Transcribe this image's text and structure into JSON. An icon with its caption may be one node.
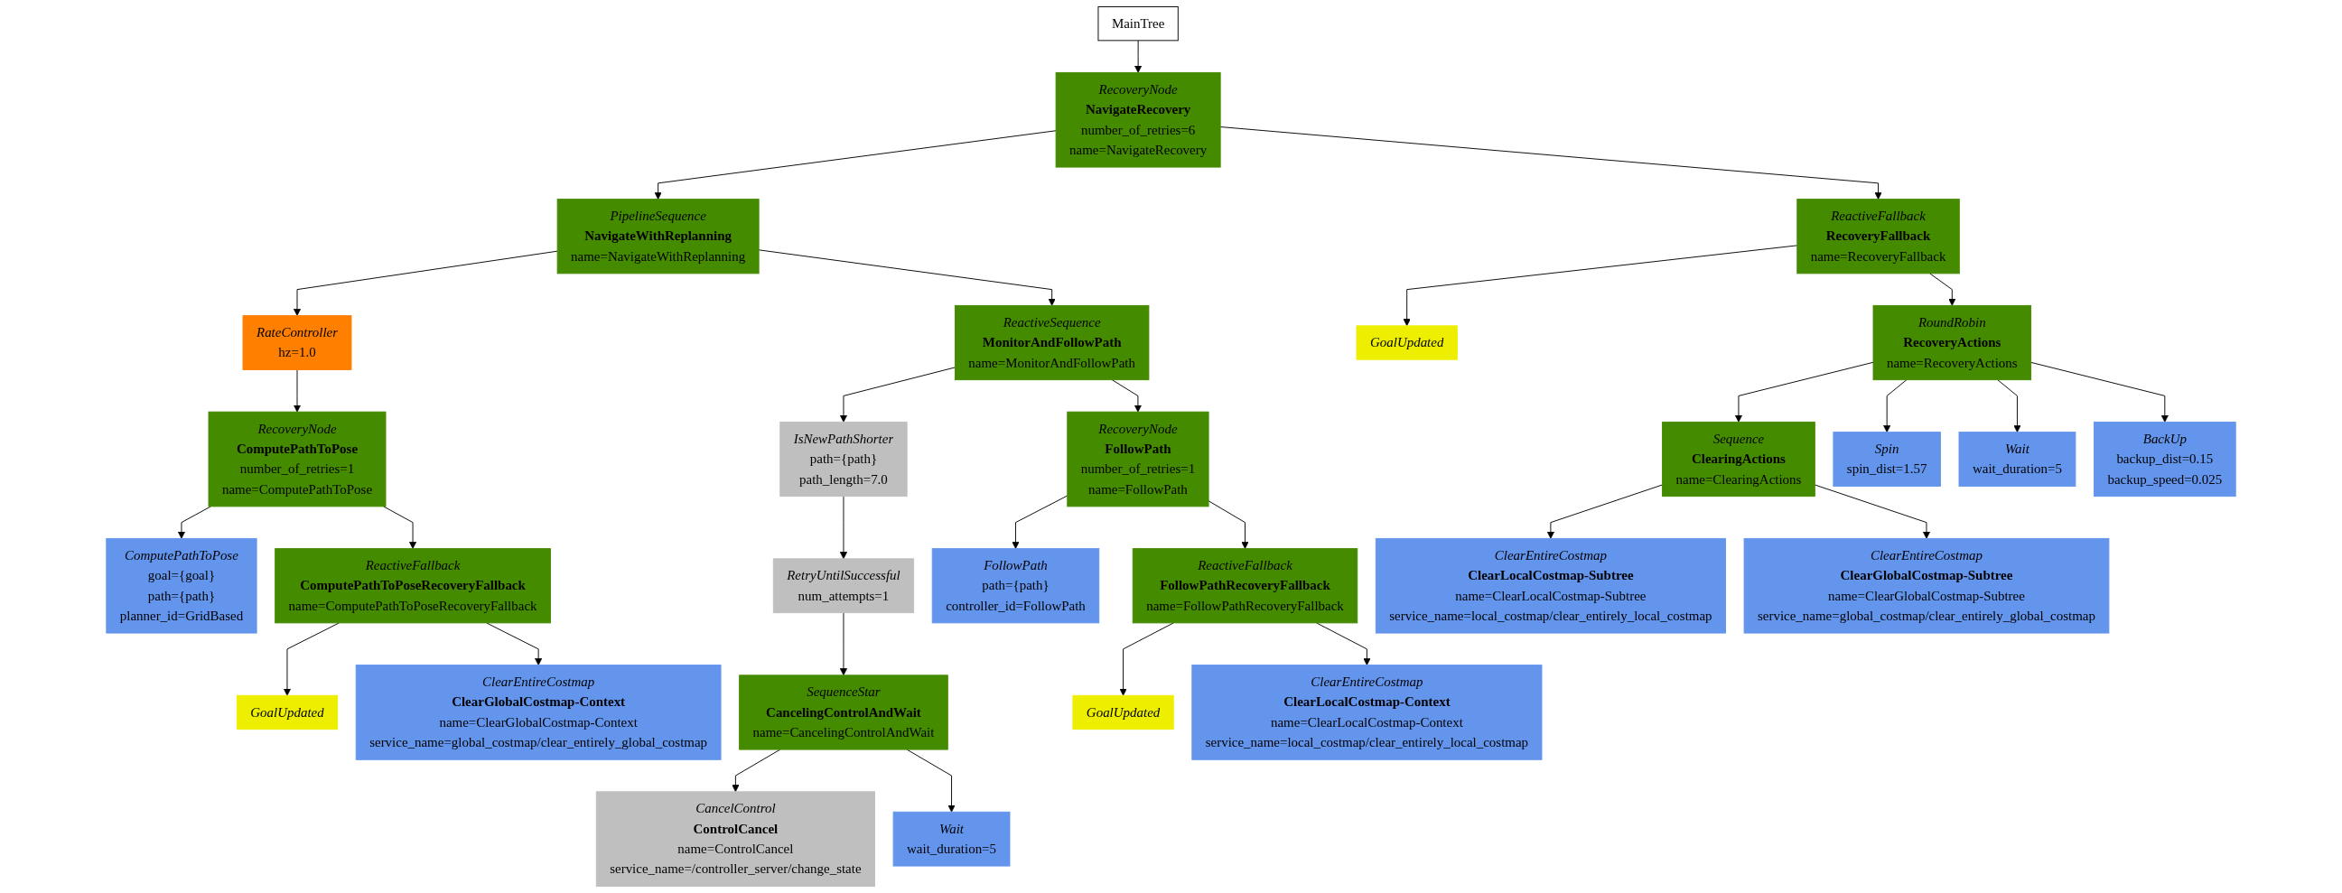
{
  "diagram": {
    "nodes": [
      {
        "text": [
          "MainTree"
        ]
      },
      {
        "text": [
          "RecoveryNode",
          "NavigateRecovery",
          "number_of_retries=6",
          "name=NavigateRecovery"
        ]
      },
      {
        "text": [
          "PipelineSequence",
          "NavigateWithReplanning",
          "name=NavigateWithReplanning"
        ]
      },
      {
        "text": [
          "RateController",
          "hz=1.0"
        ]
      },
      {
        "text": [
          "RecoveryNode",
          "ComputePathToPose",
          "number_of_retries=1",
          "name=ComputePathToPose"
        ]
      },
      {
        "text": [
          "ComputePathToPose",
          "goal={goal}",
          "path={path}",
          "planner_id=GridBased"
        ]
      },
      {
        "text": [
          "ReactiveFallback",
          "ComputePathToPoseRecoveryFallback",
          "name=ComputePathToPoseRecoveryFallback"
        ]
      },
      {
        "text": [
          "GoalUpdated"
        ]
      },
      {
        "text": [
          "ClearEntireCostmap",
          "ClearGlobalCostmap-Context",
          "name=ClearGlobalCostmap-Context",
          "service_name=global_costmap/clear_entirely_global_costmap"
        ]
      },
      {
        "text": [
          "ReactiveSequence",
          "MonitorAndFollowPath",
          "name=MonitorAndFollowPath"
        ]
      },
      {
        "text": [
          "IsNewPathShorter",
          "path={path}",
          "path_length=7.0"
        ]
      },
      {
        "text": [
          "RetryUntilSuccessful",
          "num_attempts=1"
        ]
      },
      {
        "text": [
          "SequenceStar",
          "CancelingControlAndWait",
          "name=CancelingControlAndWait"
        ]
      },
      {
        "text": [
          "CancelControl",
          "ControlCancel",
          "name=ControlCancel",
          "service_name=/controller_server/change_state"
        ]
      },
      {
        "text": [
          "Wait",
          "wait_duration=5"
        ]
      },
      {
        "text": [
          "RecoveryNode",
          "FollowPath",
          "number_of_retries=1",
          "name=FollowPath"
        ]
      },
      {
        "text": [
          "FollowPath",
          "path={path}",
          "controller_id=FollowPath"
        ]
      },
      {
        "text": [
          "ReactiveFallback",
          "FollowPathRecoveryFallback",
          "name=FollowPathRecoveryFallback"
        ]
      },
      {
        "text": [
          "GoalUpdated"
        ]
      },
      {
        "text": [
          "ClearEntireCostmap",
          "ClearLocalCostmap-Context",
          "name=ClearLocalCostmap-Context",
          "service_name=local_costmap/clear_entirely_local_costmap"
        ]
      },
      {
        "text": [
          "ReactiveFallback",
          "RecoveryFallback",
          "name=RecoveryFallback"
        ]
      },
      {
        "text": [
          "GoalUpdated"
        ]
      },
      {
        "text": [
          "RoundRobin",
          "RecoveryActions",
          "name=RecoveryActions"
        ]
      },
      {
        "text": [
          "Sequence",
          "ClearingActions",
          "name=ClearingActions"
        ]
      },
      {
        "text": [
          "ClearEntireCostmap",
          "ClearLocalCostmap-Subtree",
          "name=ClearLocalCostmap-Subtree",
          "service_name=local_costmap/clear_entirely_local_costmap"
        ]
      },
      {
        "text": [
          "ClearEntireCostmap",
          "ClearGlobalCostmap-Subtree",
          "name=ClearGlobalCostmap-Subtree",
          "service_name=global_costmap/clear_entirely_global_costmap"
        ]
      },
      {
        "text": [
          "Spin",
          "spin_dist=1.57"
        ]
      },
      {
        "text": [
          "Wait",
          "wait_duration=5"
        ]
      },
      {
        "text": [
          "BackUp",
          "backup_dist=0.15",
          "backup_speed=0.025"
        ]
      }
    ],
    "edges": [
      {
        "from": 0,
        "to": 1,
        "arrow": "to"
      },
      {
        "from": 1,
        "to": 2,
        "arrow": "to"
      },
      {
        "from": 2,
        "to": 3,
        "arrow": "to"
      },
      {
        "from": 3,
        "to": 4,
        "arrow": "to"
      },
      {
        "from": 4,
        "to": 5,
        "arrow": "to"
      },
      {
        "from": 4,
        "to": 6,
        "arrow": "to"
      },
      {
        "from": 6,
        "to": 7,
        "arrow": "to"
      },
      {
        "from": 6,
        "to": 8,
        "arrow": "to"
      },
      {
        "from": 2,
        "to": 9,
        "arrow": "to"
      },
      {
        "from": 9,
        "to": 10,
        "arrow": "to"
      },
      {
        "from": 10,
        "to": 11,
        "arrow": "to"
      },
      {
        "from": 11,
        "to": 12,
        "arrow": "to"
      },
      {
        "from": 12,
        "to": 13,
        "arrow": "to"
      },
      {
        "from": 12,
        "to": 14,
        "arrow": "to"
      },
      {
        "from": 9,
        "to": 15,
        "arrow": "to"
      },
      {
        "from": 15,
        "to": 16,
        "arrow": "to"
      },
      {
        "from": 15,
        "to": 17,
        "arrow": "to"
      },
      {
        "from": 17,
        "to": 18,
        "arrow": "to"
      },
      {
        "from": 17,
        "to": 19,
        "arrow": "to"
      },
      {
        "from": 1,
        "to": 20,
        "arrow": "to"
      },
      {
        "from": 20,
        "to": 21,
        "arrow": "to"
      },
      {
        "from": 20,
        "to": 22,
        "arrow": "to"
      },
      {
        "from": 22,
        "to": 23,
        "arrow": "to"
      },
      {
        "from": 23,
        "to": 24,
        "arrow": "to"
      },
      {
        "from": 23,
        "to": 25,
        "arrow": "to"
      },
      {
        "from": 22,
        "to": 26,
        "arrow": "to"
      },
      {
        "from": 22,
        "to": 27,
        "arrow": "to"
      },
      {
        "from": 22,
        "to": 28,
        "arrow": "to"
      }
    ]
  }
}
